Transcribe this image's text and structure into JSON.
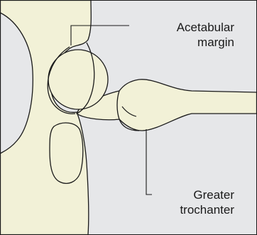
{
  "diagram": {
    "labels": {
      "acetabular_margin": [
        "Acetabular",
        "margin"
      ],
      "greater_trochanter": [
        "Greater",
        "trochanter"
      ]
    },
    "colors": {
      "background": "#e6e7e9",
      "bone_fill": "#f2f1d7",
      "outline": "#1a1a1a",
      "frame_border": "#1a1a1a"
    }
  }
}
